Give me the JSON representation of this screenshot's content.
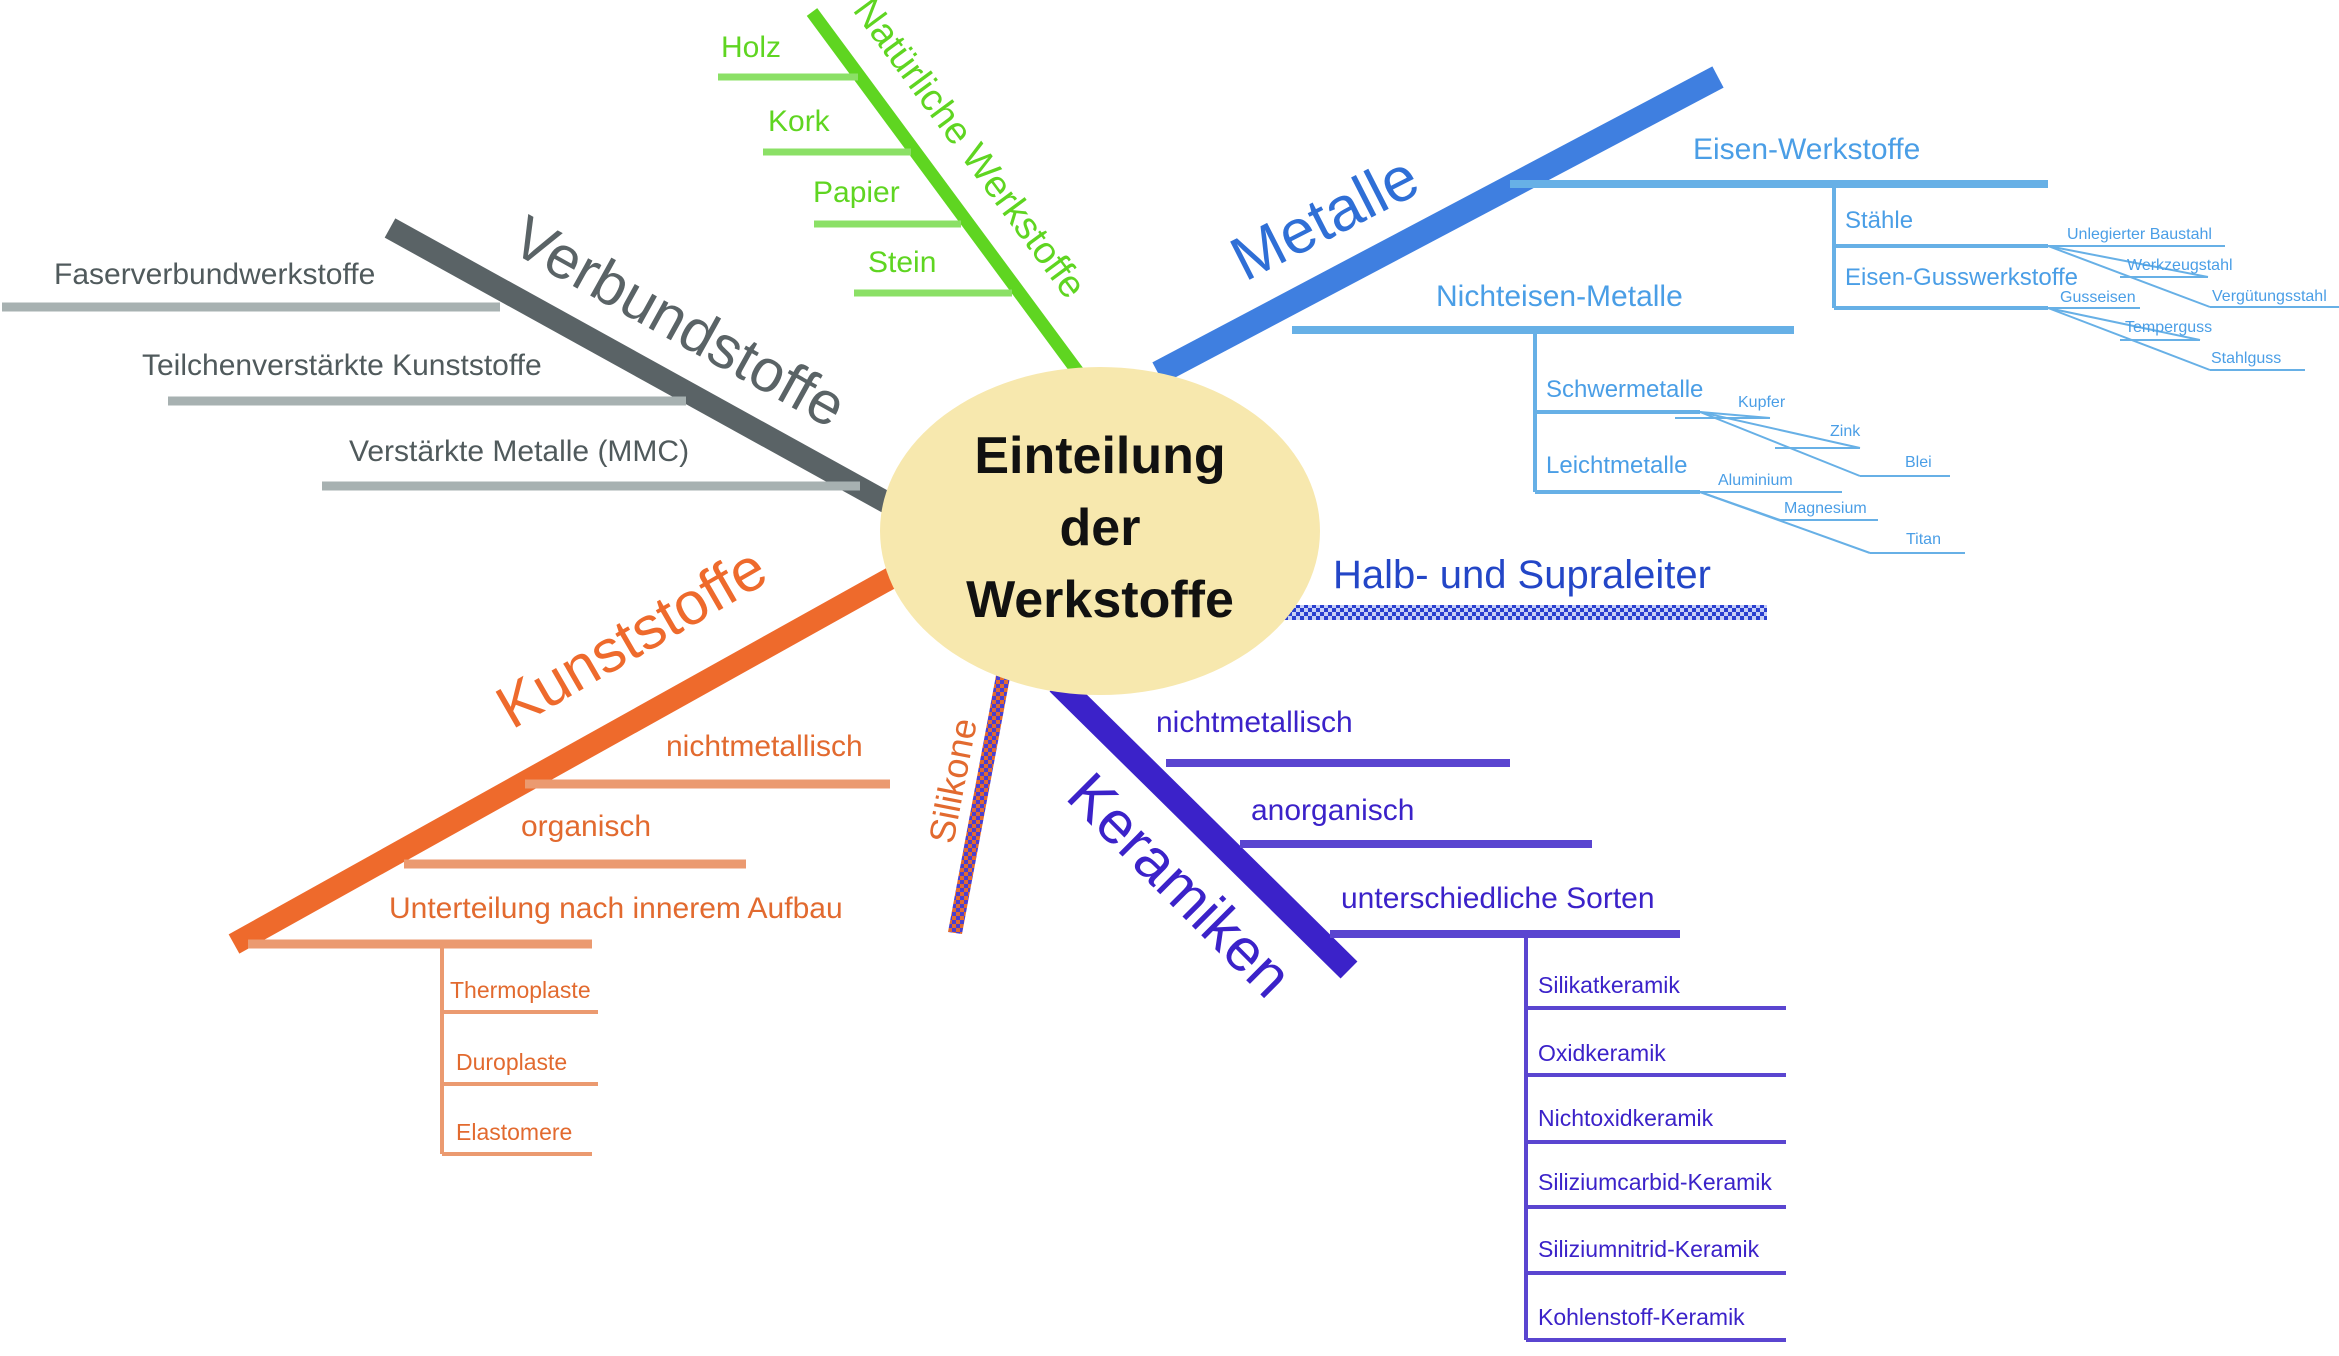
{
  "title": {
    "lines": [
      "Einteilung",
      "der",
      "Werkstoffe"
    ]
  },
  "colors": {
    "center_fill": "#f7e8ae",
    "natural": "#5fd521",
    "natural_light": "#8be066",
    "composite": "#5a6366",
    "composite_light": "#a7b1b1",
    "metal": "#3f7fe0",
    "metal_light": "#67b0e6",
    "semiconductor": "#2a3fd0",
    "ceramic": "#3b22c9",
    "ceramic_light": "#5a45d0",
    "plastic": "#ee6a2c",
    "plastic_light": "#eb9a70",
    "silicone": "#e26a2f"
  },
  "branches": {
    "natural": {
      "label": "Natürliche Werkstoffe",
      "items": [
        "Holz",
        "Kork",
        "Papier",
        "Stein"
      ]
    },
    "composite": {
      "label": "Verbundstoffe",
      "items": [
        "Faserverbundwerkstoffe",
        "Teilchenverstärkte Kunststoffe",
        "Verstärkte Metalle (MMC)"
      ]
    },
    "metal": {
      "label": "Metalle",
      "iron": {
        "label": "Eisen-Werkstoffe",
        "steel": "Stähle",
        "cast": "Eisen-Gusswerkstoffe",
        "steel_items": [
          "Unlegierter Baustahl",
          "Werkzeugstahl",
          "Vergütungsstahl"
        ],
        "cast_items": [
          "Gusseisen",
          "Temperguss",
          "Stahlguss"
        ]
      },
      "nonferrous": {
        "label": "Nichteisen-Metalle",
        "heavy": "Schwermetalle",
        "light": "Leichtmetalle",
        "heavy_items": [
          "Kupfer",
          "Zink",
          "Blei"
        ],
        "light_items": [
          "Aluminium",
          "Magnesium",
          "Titan"
        ]
      }
    },
    "semiconductor": {
      "label": "Halb- und Supraleiter"
    },
    "ceramic": {
      "label": "Keramiken",
      "items": [
        "nichtmetallisch",
        "anorganisch",
        "unterschiedliche Sorten"
      ],
      "sorts": [
        "Silikatkeramik",
        "Oxidkeramik",
        "Nichtoxidkeramik",
        "Siliziumcarbid-Keramik",
        "Siliziumnitrid-Keramik",
        "Kohlenstoff-Keramik"
      ]
    },
    "silicone": {
      "label": "Silikone"
    },
    "plastic": {
      "label": "Kunststoffe",
      "items": [
        "nichtmetallisch",
        "organisch",
        "Unterteilung  nach innerem Aufbau"
      ],
      "sub_items": [
        "Thermoplaste",
        "Duroplaste",
        "Elastomere"
      ]
    }
  }
}
